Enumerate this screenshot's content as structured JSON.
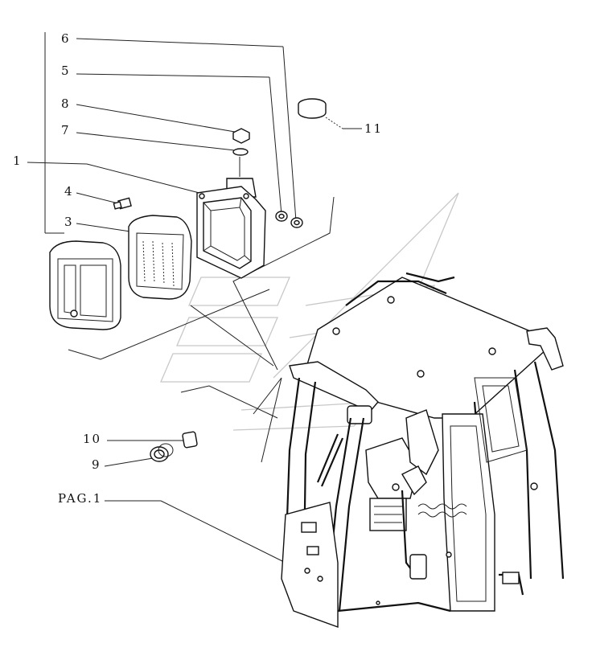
{
  "callouts": {
    "c6": "6",
    "c5": "5",
    "c8": "8",
    "c7": "7",
    "c1": "1",
    "c4": "4",
    "c3": "3",
    "c11": "11",
    "c10": "10",
    "c9": "9",
    "pag": "PAG.1"
  }
}
